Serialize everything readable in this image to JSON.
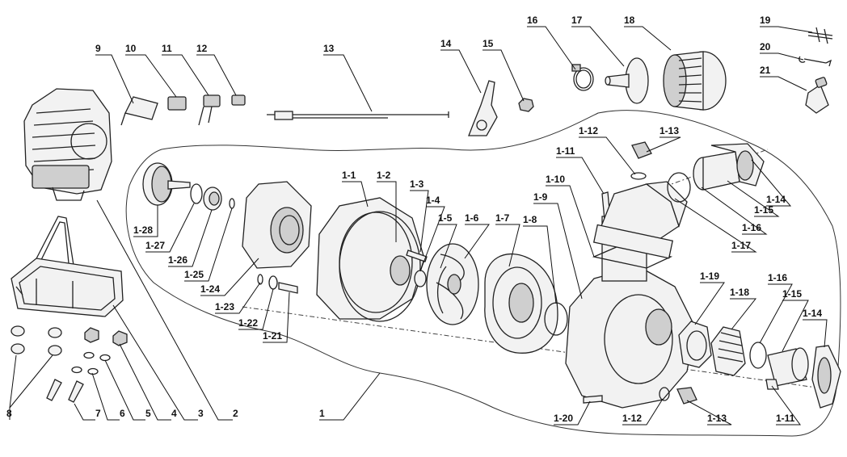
{
  "labels": {
    "l1": "1",
    "l2": "2",
    "l3": "3",
    "l4": "4",
    "l5": "5",
    "l6": "6",
    "l7": "7",
    "l8": "8",
    "l9": "9",
    "l10": "10",
    "l11": "11",
    "l12": "12",
    "l13": "13",
    "l14": "14",
    "l15": "15",
    "l16": "16",
    "l17": "17",
    "l18": "18",
    "l19": "19",
    "l20": "20",
    "l21": "21",
    "s1": "1-1",
    "s2": "1-2",
    "s3": "1-3",
    "s4": "1-4",
    "s5": "1-5",
    "s6": "1-6",
    "s7": "1-7",
    "s8": "1-8",
    "s9": "1-9",
    "s10": "1-10",
    "s11a": "1-11",
    "s12a": "1-12",
    "s13a": "1-13",
    "s14a": "1-14",
    "s15a": "1-15",
    "s16a": "1-16",
    "s17": "1-17",
    "s19": "1-19",
    "s18": "1-18",
    "s16b": "1-16",
    "s15b": "1-15",
    "s14b": "1-14",
    "s11b": "1-11",
    "s13b": "1-13",
    "s12b": "1-12",
    "s20": "1-20",
    "s21": "1-21",
    "s22": "1-22",
    "s23": "1-23",
    "s24": "1-24",
    "s25": "1-25",
    "s26": "1-26",
    "s27": "1-27",
    "s28": "1-28"
  }
}
